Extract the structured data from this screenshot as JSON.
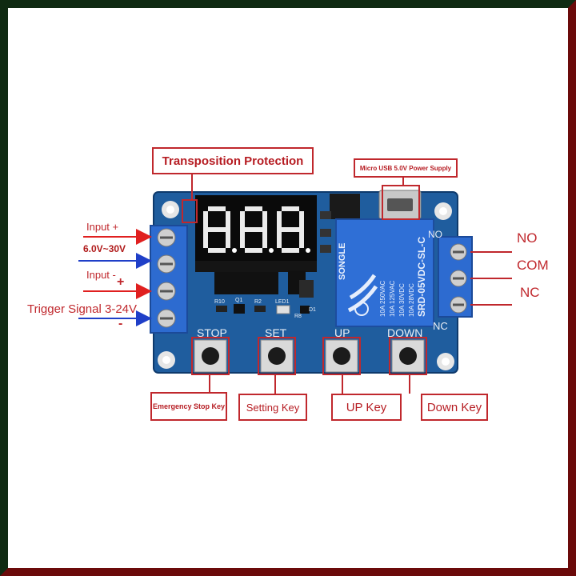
{
  "labels": {
    "transposition": "Transposition Protection",
    "usb_power": "Micro USB 5.0V Power Supply",
    "input_plus": "Input +",
    "voltage_range": "6.0V~30V",
    "input_minus": "Input -",
    "plus_sign": "+",
    "trigger": "Trigger Signal 3-24V",
    "minus_sign": "-",
    "no": "NO",
    "com": "COM",
    "nc": "NC",
    "emergency_stop_key": "Emergency Stop Key",
    "setting_key": "Setting Key",
    "up_key": "UP Key",
    "down_key": "Down Key"
  },
  "board": {
    "button_labels": [
      "STOP",
      "SET",
      "UP",
      "DOWN"
    ],
    "display_digits": "8.8.8.",
    "relay_brand": "SONGLE",
    "relay_model": "SRD-05VDC-SL-C",
    "relay_ratings": [
      "10A 250VAC",
      "10A 125VAC",
      "10A 30VDC",
      "10A 28VDC"
    ],
    "component_labels": [
      "R10",
      "Q1",
      "R2",
      "LED1",
      "R8",
      "D1"
    ],
    "terminal_nc_mark": "NC",
    "relay_no_mark": "NO"
  },
  "colors": {
    "pcb": "#1f5d9e",
    "terminal": "#2d6bd0",
    "callout": "#c0282d",
    "arrow_red": "#e02020",
    "arrow_blue": "#1f3fc8",
    "display_segment": "#ffffff"
  }
}
